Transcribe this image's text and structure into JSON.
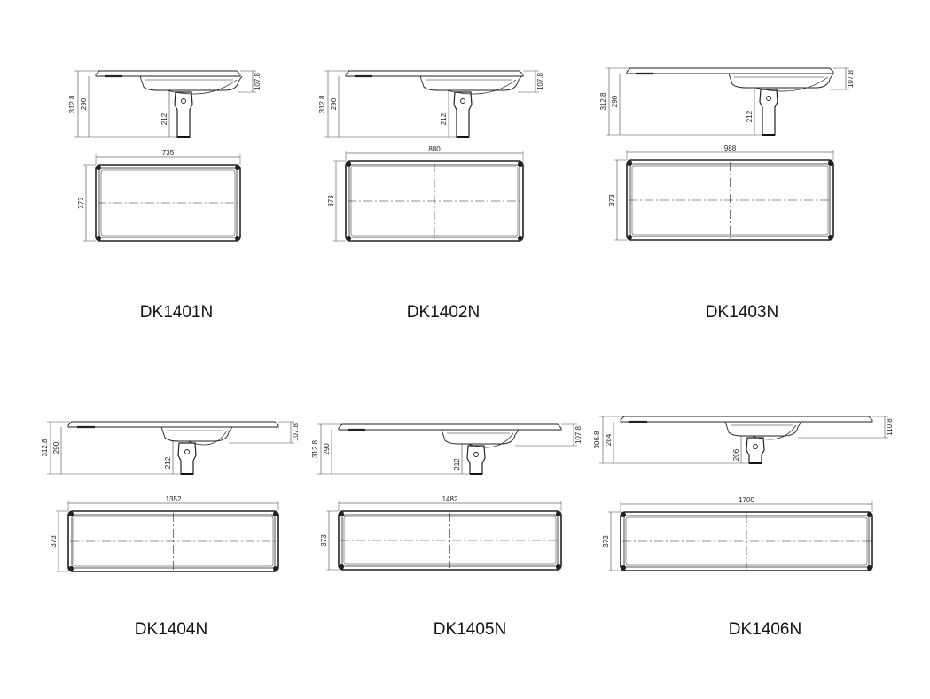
{
  "products": [
    {
      "model": "DK1401N",
      "width": "735",
      "depth": "373",
      "h_total": "312.8",
      "h_body": "290",
      "h_bracket": "212",
      "h_bowl": "107.8"
    },
    {
      "model": "DK1402N",
      "width": "880",
      "depth": "373",
      "h_total": "312.8",
      "h_body": "290",
      "h_bracket": "212",
      "h_bowl": "107.8"
    },
    {
      "model": "DK1403N",
      "width": "988",
      "depth": "373",
      "h_total": "312.8",
      "h_body": "290",
      "h_bracket": "212",
      "h_bowl": "107.8"
    },
    {
      "model": "DK1404N",
      "width": "1352",
      "depth": "373",
      "h_total": "312.8",
      "h_body": "290",
      "h_bracket": "212",
      "h_bowl": "107.8"
    },
    {
      "model": "DK1405N",
      "width": "1482",
      "depth": "373",
      "h_total": "312.8",
      "h_body": "290",
      "h_bracket": "212",
      "h_bowl": "107.8"
    },
    {
      "model": "DK1406N",
      "width": "1700",
      "depth": "373",
      "h_total": "306.8",
      "h_body": "284",
      "h_bracket": "206",
      "h_bowl": "110.8"
    }
  ]
}
